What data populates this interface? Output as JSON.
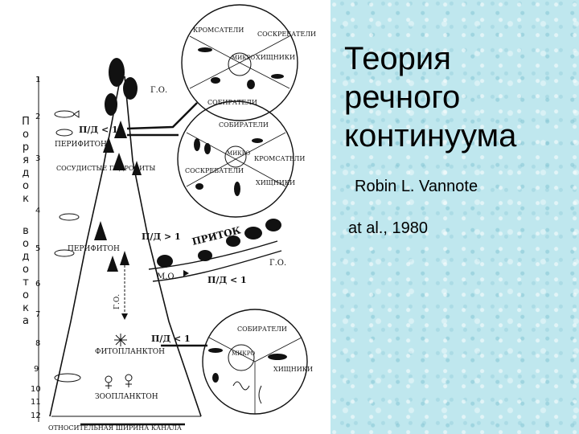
{
  "slide": {
    "title_lines": [
      "Теория",
      "речного",
      "континуума"
    ],
    "author": "Robin L. Vannote",
    "citation": "at al., 1980",
    "background_color": "#bfe7ee"
  },
  "diagram": {
    "side_label_order": [
      "П",
      "о",
      "р",
      "я",
      "д",
      "о",
      "к"
    ],
    "side_label_stream": [
      "в",
      "о",
      "д",
      "о",
      "т",
      "о",
      "к",
      "а"
    ],
    "order_numbers": [
      "1",
      "2",
      "3",
      "4",
      "5",
      "6",
      "7",
      "8",
      "9",
      "10",
      "11",
      "12"
    ],
    "labels": {
      "po_ratio_small": "П/Д < 1",
      "perifiton_top": "ПЕРИФИТОН",
      "vascular": "СОСУДИСТЫЕ ГИДРОФИТЫ",
      "go_top": "Г.О.",
      "po_ratio_mid": "П/Д > 1",
      "perifiton_mid": "ПЕРИФИТОН",
      "pritok": "ПРИТОК",
      "go_right": "Г.О.",
      "mo": "М.О.",
      "po_ratio_trib": "П/Д < 1",
      "go_vertical": "Г.О.",
      "po_ratio_low": "П/Д < 1",
      "fitoplankton": "ФИТОПЛАНКТОН",
      "zooplankton": "ЗООПЛАНКТОН",
      "channel_width": "ОТНОСИТЕЛЬНАЯ ШИРИНА КАНАЛА"
    },
    "circle_top": {
      "shredders": "КРОМСАТЕЛИ",
      "scrapers": "СОСКРЕБАТЕЛИ",
      "micro": "МИКРО",
      "predators": "ХИЩНИКИ",
      "collectors": "СОБИРАТЕЛИ"
    },
    "circle_mid": {
      "collectors": "СОБИРАТЕЛИ",
      "micro": "МИКРО",
      "scrapers": "СОСКРЕБАТЕЛИ",
      "shredders": "КРОМСАТЕЛИ",
      "predators": "ХИЩНИКИ"
    },
    "circle_low": {
      "collectors": "СОБИРАТЕЛИ",
      "micro": "МИКРО",
      "predators": "ХИЩНИКИ"
    }
  }
}
